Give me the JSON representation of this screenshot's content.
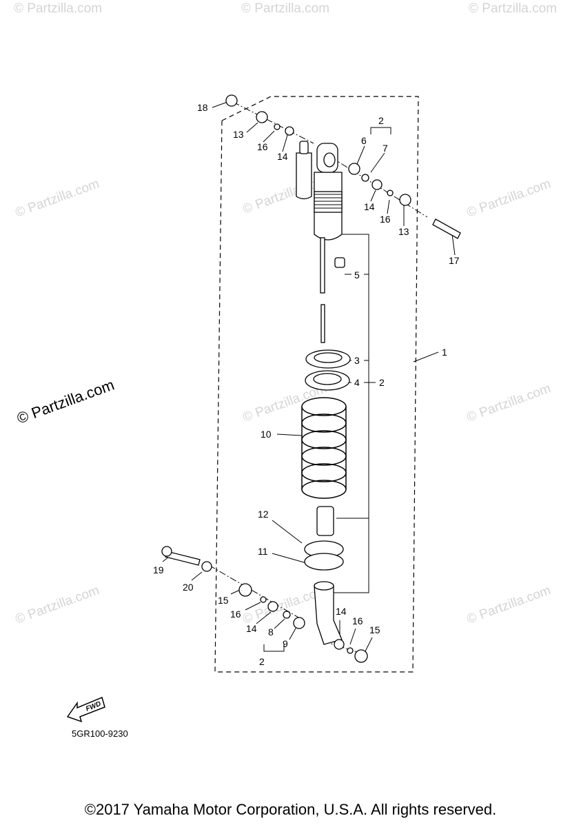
{
  "watermark": "© Partzilla.com",
  "diagram_code": "5GR100-9230",
  "fwd_label": "FWD",
  "copyright": "©2017 Yamaha Motor Corporation, U.S.A. All rights reserved.",
  "callouts": {
    "c1": "1",
    "c2a": "2",
    "c2b": "2",
    "c2c": "2",
    "c3": "3",
    "c4": "4",
    "c5": "5",
    "c6": "6",
    "c7": "7",
    "c8": "8",
    "c9": "9",
    "c10": "10",
    "c11": "11",
    "c12": "12",
    "c13a": "13",
    "c13b": "13",
    "c14a": "14",
    "c14b": "14",
    "c14c": "14",
    "c14d": "14",
    "c15a": "15",
    "c15b": "15",
    "c16a": "16",
    "c16b": "16",
    "c16c": "16",
    "c16d": "16",
    "c17": "17",
    "c18": "18",
    "c19": "19",
    "c20": "20"
  }
}
